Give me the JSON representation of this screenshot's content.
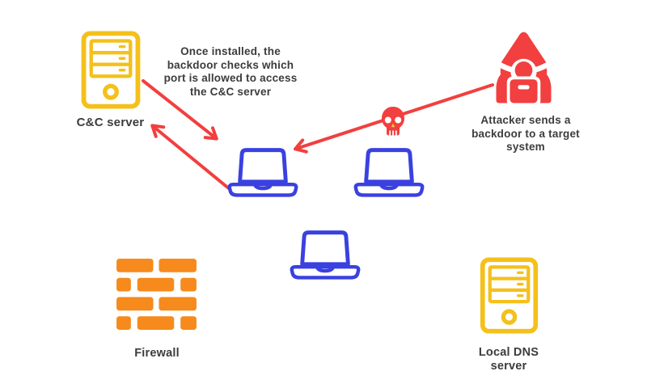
{
  "colors": {
    "red": "#F23F3F",
    "yellow": "#F4C01B",
    "orange": "#F68A1D",
    "blue": "#3A41E0",
    "text": "#3C3C3C",
    "skull-nose": "#EFC93C",
    "bg": "#FFFFFF"
  },
  "diagram": {
    "cnc_server": {
      "label": "C&C server",
      "icon": "server-tower-icon"
    },
    "cnc_note": {
      "lines": [
        "Once installed, the",
        "backdoor checks which",
        "port is allowed to access",
        "the C&C server"
      ]
    },
    "attacker": {
      "icon": "hooded-hacker-icon",
      "lines": [
        "Attacker sends a",
        "backdoor to a target",
        "system"
      ]
    },
    "malware": {
      "icon": "skull-icon"
    },
    "workstations": {
      "icon": "laptop-icon"
    },
    "firewall": {
      "label": "Firewall",
      "icon": "brick-wall-icon"
    },
    "dns_server": {
      "icon": "server-tower-icon",
      "lines": [
        "Local DNS",
        "server"
      ]
    },
    "connections": [
      {
        "from": "cnc-server",
        "to": "target-laptop",
        "direction": "bidirectional"
      },
      {
        "from": "attacker",
        "to": "target-laptop",
        "direction": "one-way",
        "marker": "skull"
      }
    ]
  }
}
